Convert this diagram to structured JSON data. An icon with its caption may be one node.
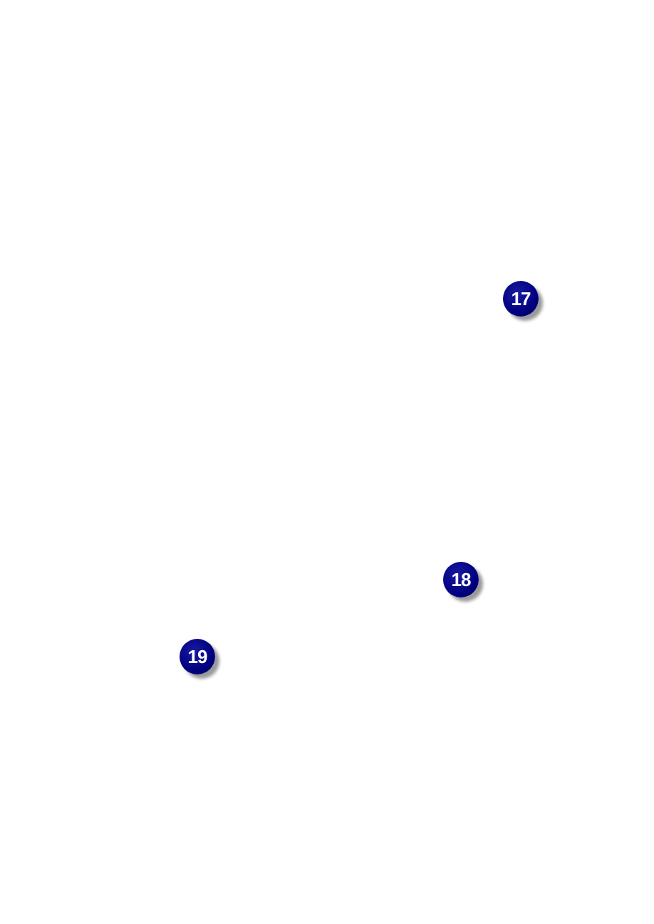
{
  "diagram": {
    "labels": [
      "17",
      "18",
      "19"
    ]
  }
}
